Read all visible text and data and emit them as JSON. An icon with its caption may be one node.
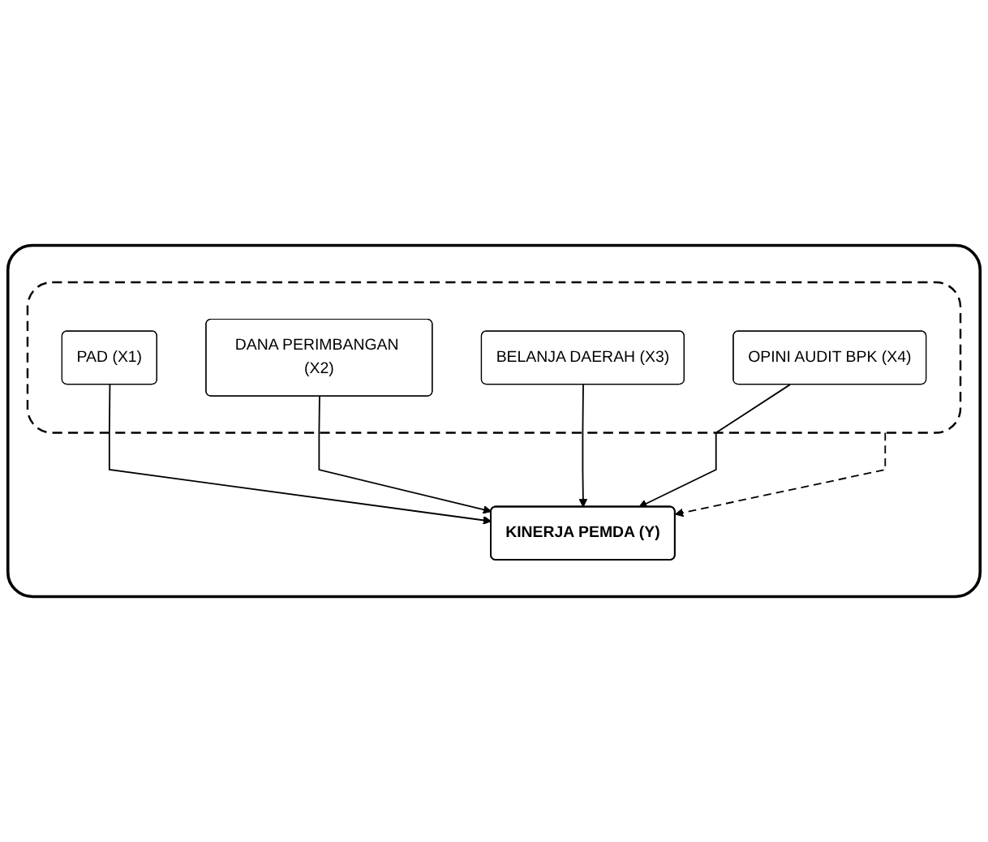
{
  "diagram": {
    "nodes": [
      {
        "text": [],
        "shape": "box"
      },
      {
        "text": [],
        "shape": "box",
        "in": 0
      },
      {
        "text": [
          "PAD (X1)"
        ],
        "in": 1
      },
      {
        "text": [
          "DANA PERIMBANGAN (X2)"
        ],
        "in": 1
      },
      {
        "text": [
          "BELANJA DAERAH (X3)"
        ],
        "in": 1
      },
      {
        "text": [
          "OPINI AUDIT BPK (X4)"
        ],
        "in": 1
      },
      {
        "text": [
          "KINERJA PEMDA (Y)"
        ],
        "in": 0
      }
    ],
    "edges": [
      {
        "from": 2,
        "to": 6,
        "arrow": "to"
      },
      {
        "from": 3,
        "to": 6,
        "arrow": "to"
      },
      {
        "from": 1,
        "to": 6,
        "arrow": "to",
        "style": "dashed"
      },
      {
        "from": 4,
        "to": 6,
        "arrow": "to"
      },
      {
        "from": 5,
        "to": 6,
        "arrow": "to"
      }
    ]
  }
}
